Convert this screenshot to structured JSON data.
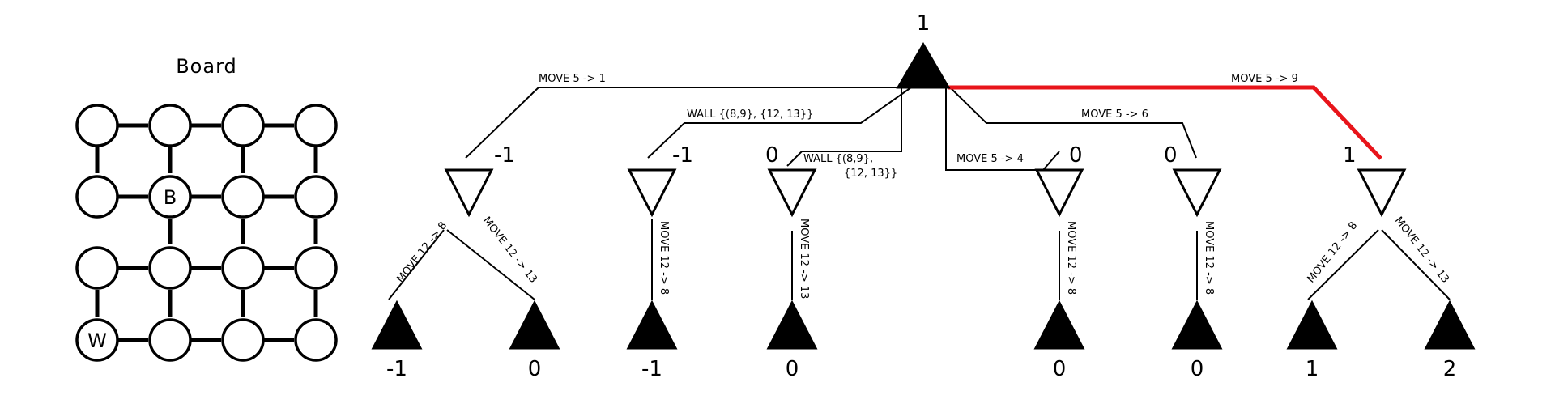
{
  "board": {
    "title": "Board",
    "pieces": [
      {
        "cell": 5,
        "label": "B"
      },
      {
        "cell": 12,
        "label": "W"
      }
    ]
  },
  "tree": {
    "root_value": "1",
    "branches": [
      {
        "move": "MOVE 5 -> 1",
        "value": "-1",
        "highlight": false,
        "children": [
          {
            "move": "MOVE 12 -> 8",
            "value": "-1"
          },
          {
            "move": "MOVE 12 -> 13",
            "value": "0"
          }
        ]
      },
      {
        "move": "WALL {(8,9}, {12, 13}}",
        "value": "-1",
        "highlight": false,
        "children": [
          {
            "move": "MOVE 12 -> 8",
            "value": "-1"
          }
        ]
      },
      {
        "move": "WALL {(8,9},",
        "move_line2": "{12, 13}}",
        "value": "0",
        "highlight": false,
        "children": [
          {
            "move": "MOVE 12 -> 13",
            "value": "0"
          }
        ]
      },
      {
        "move": "MOVE 5 -> 4",
        "value": "0",
        "highlight": false,
        "children": [
          {
            "move": "MOVE 12 -> 8",
            "value": "0"
          }
        ]
      },
      {
        "move": "MOVE 5 -> 6",
        "value": "0",
        "highlight": false,
        "children": [
          {
            "move": "MOVE 12 -> 8",
            "value": "0"
          }
        ]
      },
      {
        "move": "MOVE 5 -> 9",
        "value": "1",
        "highlight": true,
        "highlight_color": "#e8141a",
        "children": [
          {
            "move": "MOVE 12 -> 8",
            "value": "1"
          },
          {
            "move": "MOVE 12 -> 13",
            "value": "2"
          }
        ]
      }
    ]
  }
}
